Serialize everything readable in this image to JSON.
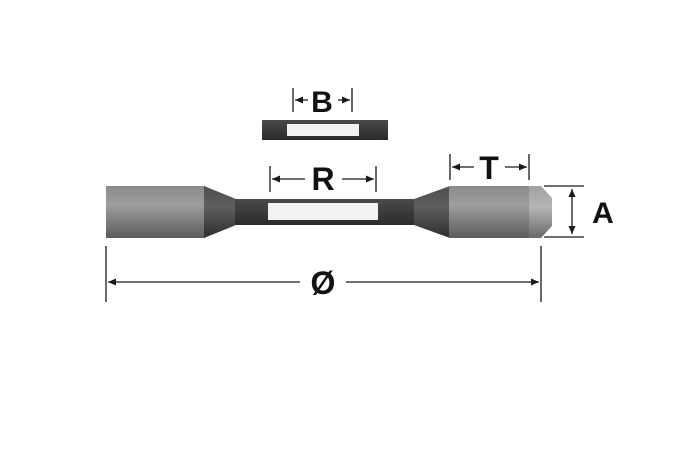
{
  "diagram": {
    "labels": {
      "b": "B",
      "r": "R",
      "t": "T",
      "a": "A",
      "diameter": "Ø"
    },
    "colors": {
      "body_light": "#8f8f8f",
      "body_mid": "#6f6f6f",
      "body_dark": "#3c3c3c",
      "neck": "#4a4a4a",
      "inset": "#f2f2f2",
      "line": "#1a1a1a",
      "background": "#ffffff"
    }
  }
}
